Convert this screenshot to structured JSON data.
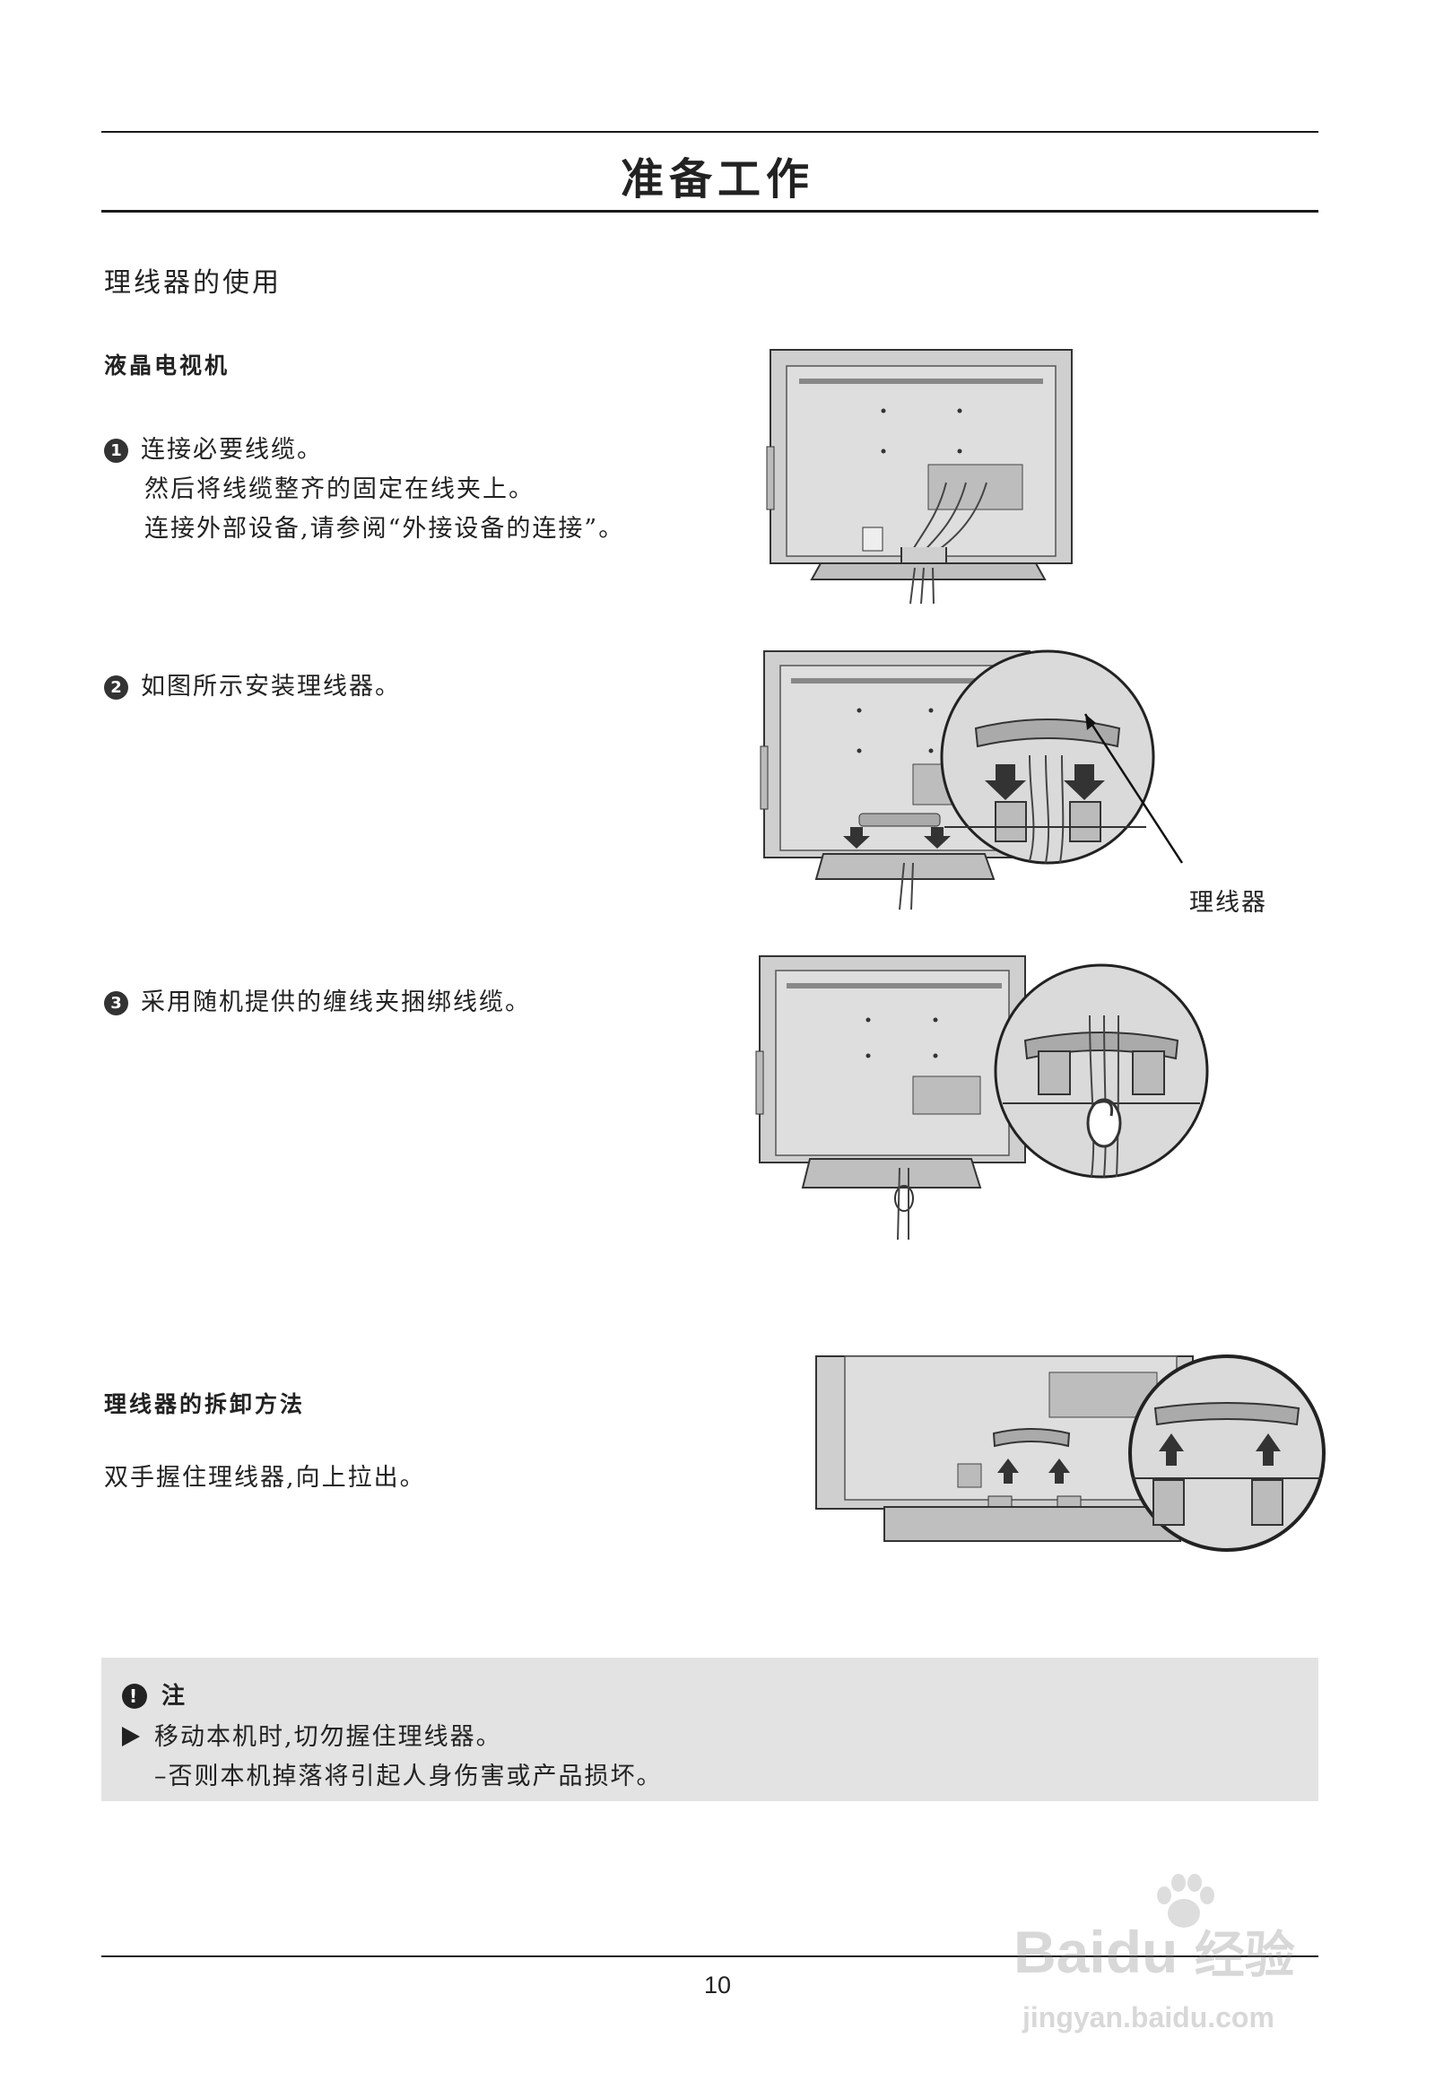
{
  "header": {
    "title": "准备工作"
  },
  "section": {
    "heading": "理线器的使用"
  },
  "lcd": {
    "heading": "液晶电视机",
    "steps": [
      {
        "number": "1",
        "lines": [
          "连接必要线缆。",
          "然后将线缆整齐的固定在线夹上。",
          "连接外部设备,请参阅“外接设备的连接”。"
        ]
      },
      {
        "number": "2",
        "lines": [
          "如图所示安装理线器。"
        ]
      },
      {
        "number": "3",
        "lines": [
          "采用随机提供的缠线夹捆绑线缆。"
        ]
      }
    ],
    "callout_label": "理线器"
  },
  "removal": {
    "heading": "理线器的拆卸方法",
    "text": "双手握住理线器,向上拉出。"
  },
  "note": {
    "title": "注",
    "line1": "移动本机时,切勿握住理线器。",
    "line2": "–否则本机掉落将引起人身伤害或产品损坏。"
  },
  "footer": {
    "page_number": "10"
  },
  "watermark": {
    "brand": "Bai",
    "brand_cn": "经验",
    "url": "jingyan.baidu.com"
  },
  "colors": {
    "tv_body": "#cfcfcf",
    "tv_panel": "#dedede",
    "outline": "#333333",
    "note_bg": "#e3e3e3"
  }
}
